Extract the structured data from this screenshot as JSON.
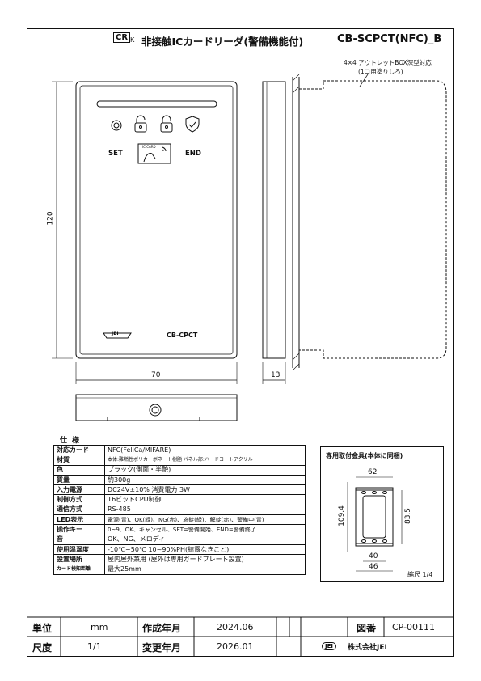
{
  "header": {
    "crk_mark": "CR",
    "crk_sub": "K",
    "title": "非接触ICカードリーダ(警備機能付)",
    "model_code": "CB-SCPCT(NFC)_B"
  },
  "drawing": {
    "box_note_line1": "4×4 アウトレットBOX深型対応",
    "box_note_line2": "(1コ用塗りしろ)",
    "set_label": "SET",
    "end_label": "END",
    "card_label": "IC CARD",
    "brand_model": "CB-CPCT",
    "logo_text": "JEI",
    "dim_height": "120",
    "dim_width": "70",
    "dim_depth": "13"
  },
  "spec": {
    "title": "仕様",
    "rows": [
      {
        "key": "対応カード",
        "value": "NFC(FeliCa/MIFARE)"
      },
      {
        "key": "材質",
        "value": "本体:難燃性ポリカーボネート樹脂 パネル部:ハードコートアクリル"
      },
      {
        "key": "色",
        "value": "ブラック(側面・半艶)"
      },
      {
        "key": "質量",
        "value": "約300g"
      },
      {
        "key": "入力電源",
        "value": "DC24V±10% 消費電力 3W"
      },
      {
        "key": "制御方式",
        "value": "16ビットCPU制御"
      },
      {
        "key": "通信方式",
        "value": "RS-485"
      },
      {
        "key": "LED表示",
        "value": "電源(青)、OK(緑)、NG(赤)、施錠(緑)、解錠(赤)、警備中(青)"
      },
      {
        "key": "操作キー",
        "value": "0~9、OK、キャンセル、SET=警備開始、END=警備終了"
      },
      {
        "key": "音",
        "value": "OK、NG、メロディ"
      },
      {
        "key": "使用温湿度",
        "value": "-10℃~50℃ 10~90%PH(結露なきこと)"
      },
      {
        "key": "設置場所",
        "value": "屋内屋外兼用 (屋外は専用ガードプレート設置)"
      },
      {
        "key": "カード検知距離",
        "value": "最大25mm"
      }
    ]
  },
  "mount": {
    "title": "専用取付金具(本体に同梱)",
    "dim_top": "62",
    "dim_left": "109.4",
    "dim_right": "83.5",
    "dim_b1": "40",
    "dim_b2": "46",
    "scale": "縮尺 1/4"
  },
  "footer": {
    "unit_label": "単位",
    "unit_value": "mm",
    "created_label": "作成年月",
    "created_value": "2024.06",
    "drawing_no_label": "図番",
    "drawing_no_value": "CP-00111",
    "scale_label": "尺度",
    "scale_value": "1/1",
    "changed_label": "変更年月",
    "changed_value": "2026.01",
    "company": "株式会社JEI",
    "company_logo": "JEI"
  }
}
